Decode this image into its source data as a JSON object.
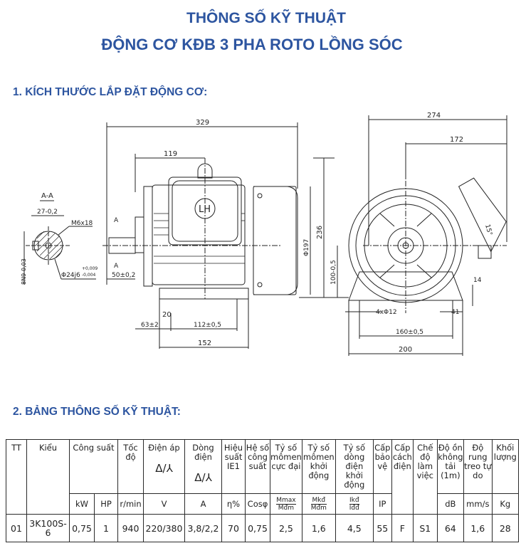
{
  "header": {
    "title_line1": "THÔNG SỐ KỸ THUẬT",
    "title_line2": "ĐỘNG CƠ KĐB 3 PHA ROTO LỒNG SÓC",
    "accent_color": "#2d55a0"
  },
  "section1": {
    "heading": "1. KÍCH THƯỚC LẮP ĐẶT ĐỘNG CƠ:",
    "section_view": {
      "label": "A-A",
      "key_width": "27-0,2",
      "thread": "M6x18",
      "shaft_dia": "Φ24j6",
      "shaft_tol_upper": "+0,009",
      "shaft_tol_lower": "-0,004",
      "keyway": "8N9-0,03"
    },
    "side_view": {
      "overall_length": "329",
      "to_center": "119",
      "shaft_length": "50±0,2",
      "dim_20": "20",
      "dim_63": "63±2",
      "dim_112": "112±0,5",
      "dim_152": "152",
      "fan_dia": "Φ197",
      "height_236": "236",
      "shaft_height": "100-0,5",
      "section_marker": "A"
    },
    "front_view": {
      "overall_width": "274",
      "to_terminal": "172",
      "angle": "15°",
      "dim_14": "14",
      "holes": "4xΦ12",
      "dim_41": "41",
      "hole_spacing": "160±0,5",
      "base_width": "200"
    }
  },
  "section2": {
    "heading": "2. BẢNG THÔNG SỐ KỸ THUẬT:",
    "table": {
      "headers": {
        "tt": "TT",
        "kieu": "Kiểu",
        "cong_suat": "Công suất",
        "toc_do": "Tốc độ",
        "dien_ap": "Điện áp",
        "dong_dien": "Dòng điện",
        "hieu_suat": "Hiệu suất IE1",
        "he_so": "Hệ số công suất",
        "momen_cuc_dai": "Tỷ số mômen cực đại",
        "momen_khoi_dong": "Tỷ số mômen khởi động",
        "dong_khoi_dong": "Tỷ số dòng điện khởi động",
        "cap_bao_ve": "Cấp bảo vệ",
        "cap_cach_dien": "Cấp cách điện",
        "che_do": "Chế độ làm việc",
        "do_on": "Độ ồn không tải (1m)",
        "do_rung": "Độ rung treo tự do",
        "khoi_luong": "Khối lượng",
        "delta_star": "Δ/⅄"
      },
      "units": {
        "kw": "kW",
        "hp": "HP",
        "rpm": "r/min",
        "v": "V",
        "a": "A",
        "eff": "η%",
        "cos": "Cosφ",
        "mmax_num": "Mmax",
        "mmax_den": "Mđm",
        "mkd_num": "Mkđ",
        "mkd_den": "Mđm",
        "ikd_num": "Ikđ",
        "ikd_den": "Iđđ",
        "ip": "IP",
        "db": "dB",
        "mms": "mm/s",
        "kg": "Kg"
      },
      "rows": [
        {
          "tt": "01",
          "kieu": "3K100S-6",
          "kw": "0,75",
          "hp": "1",
          "rpm": "940",
          "v": "220/380",
          "a": "3,8/2,2",
          "eff": "70",
          "cos": "0,75",
          "mmax": "2,5",
          "mkd": "1,6",
          "ikd": "4,5",
          "ip": "55",
          "insulation": "F",
          "duty": "S1",
          "noise": "64",
          "vibration": "1,6",
          "weight": "28"
        }
      ]
    }
  }
}
